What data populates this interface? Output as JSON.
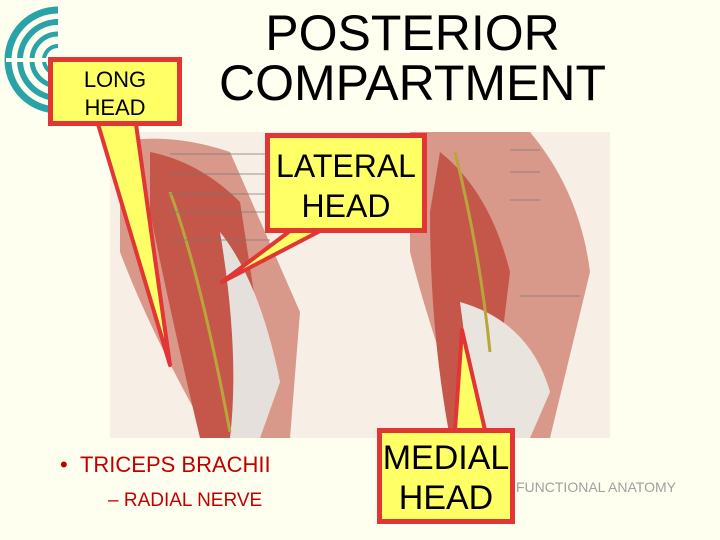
{
  "title": {
    "line1": "POSTERIOR",
    "line2": "COMPARTMENT"
  },
  "callouts": {
    "long_head": {
      "line1": "LONG",
      "line2": "HEAD"
    },
    "lateral_head": {
      "line1": "LATERAL",
      "line2": "HEAD"
    },
    "medial_head": {
      "line1": "MEDIAL",
      "line2": "HEAD"
    }
  },
  "bullets": {
    "main": "TRICEPS BRACHII",
    "sub": "RADIAL NERVE"
  },
  "footer": "FUNCTIONAL ANATOMY",
  "colors": {
    "callout_fill": "#ffff66",
    "callout_border": "#e23535",
    "bullet_text": "#c00000",
    "footer_text": "#a0a0a0"
  }
}
